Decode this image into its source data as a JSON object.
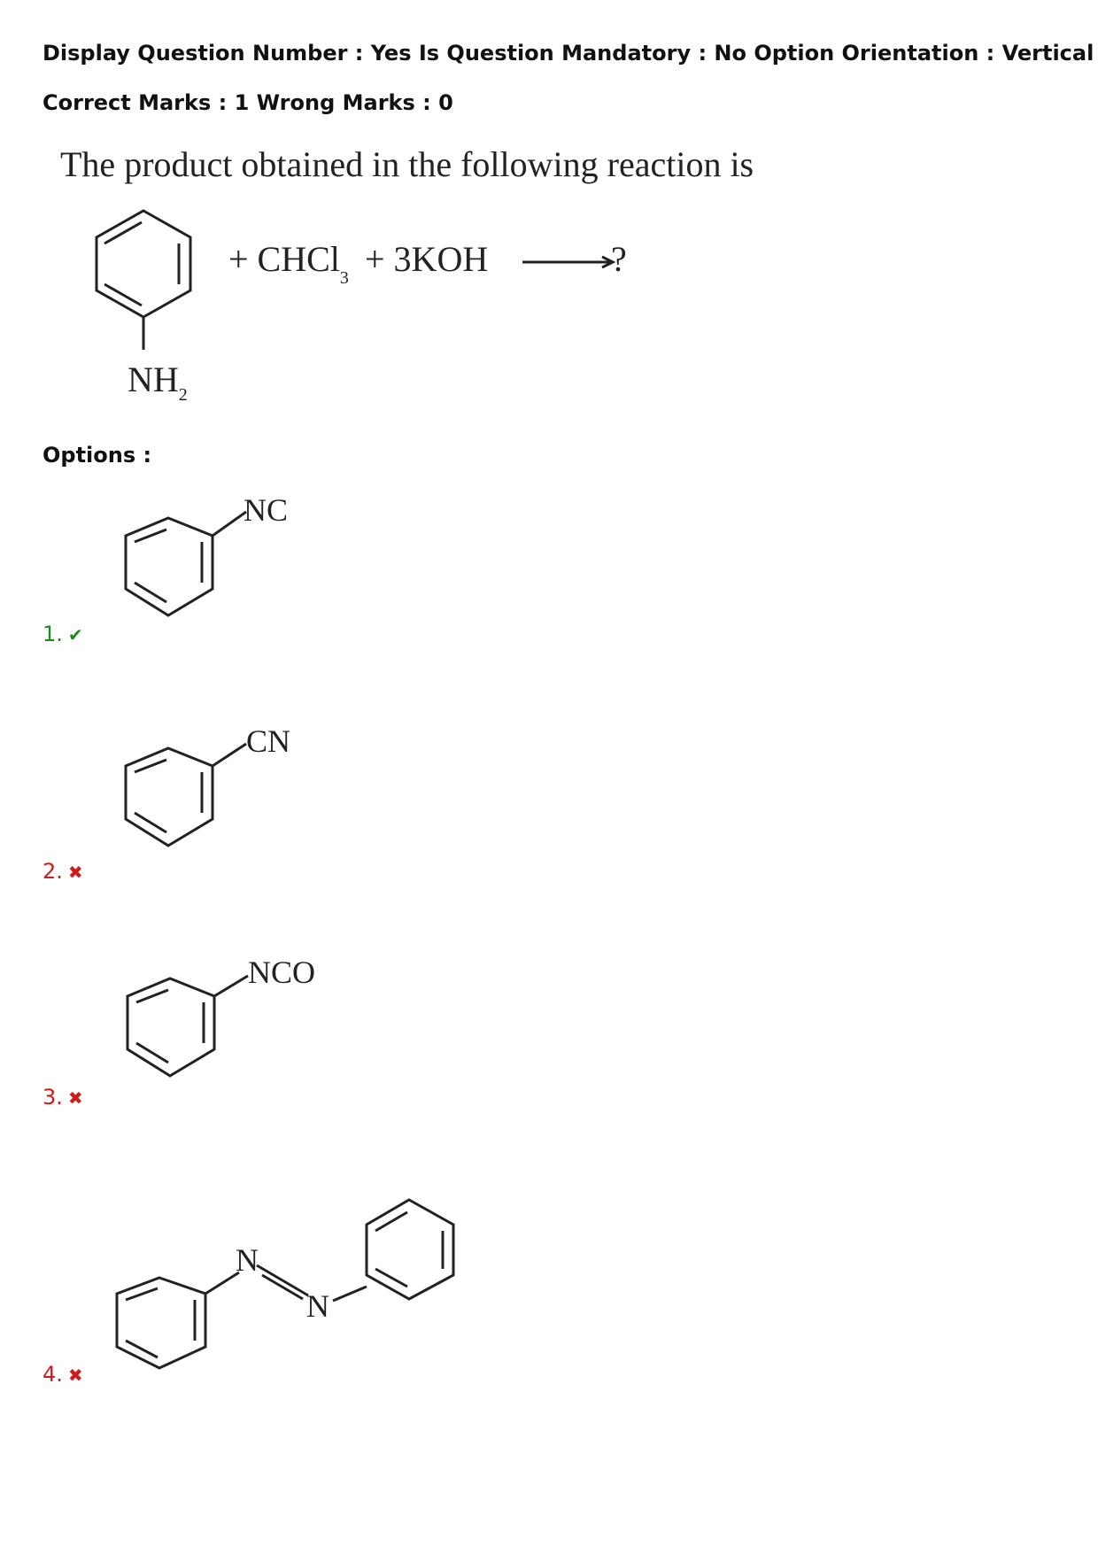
{
  "header": {
    "line1": "Display Question Number : Yes Is Question Mandatory : No Option Orientation : Vertical",
    "line2": "Correct Marks : 1 Wrong Marks : 0"
  },
  "question": {
    "text": "The product obtained in the following reaction is",
    "reagents": "+ CHCl",
    "reagents_sub": "3",
    "reagents2": "+ 3KOH",
    "product": "?",
    "substituent": "NH",
    "substituent_sub": "2"
  },
  "options_label": "Options :",
  "options": [
    {
      "number": "1.",
      "status": "correct",
      "mark_icon": "check-icon",
      "mark": "✔",
      "group": "NC"
    },
    {
      "number": "2.",
      "status": "wrong",
      "mark_icon": "cross-icon",
      "mark": "✖",
      "group": "CN"
    },
    {
      "number": "3.",
      "status": "wrong",
      "mark_icon": "cross-icon",
      "mark": "✖",
      "group": "NCO"
    },
    {
      "number": "4.",
      "status": "wrong",
      "mark_icon": "cross-icon",
      "mark": "✖",
      "azo_n1": "N",
      "azo_n2": "N"
    }
  ]
}
